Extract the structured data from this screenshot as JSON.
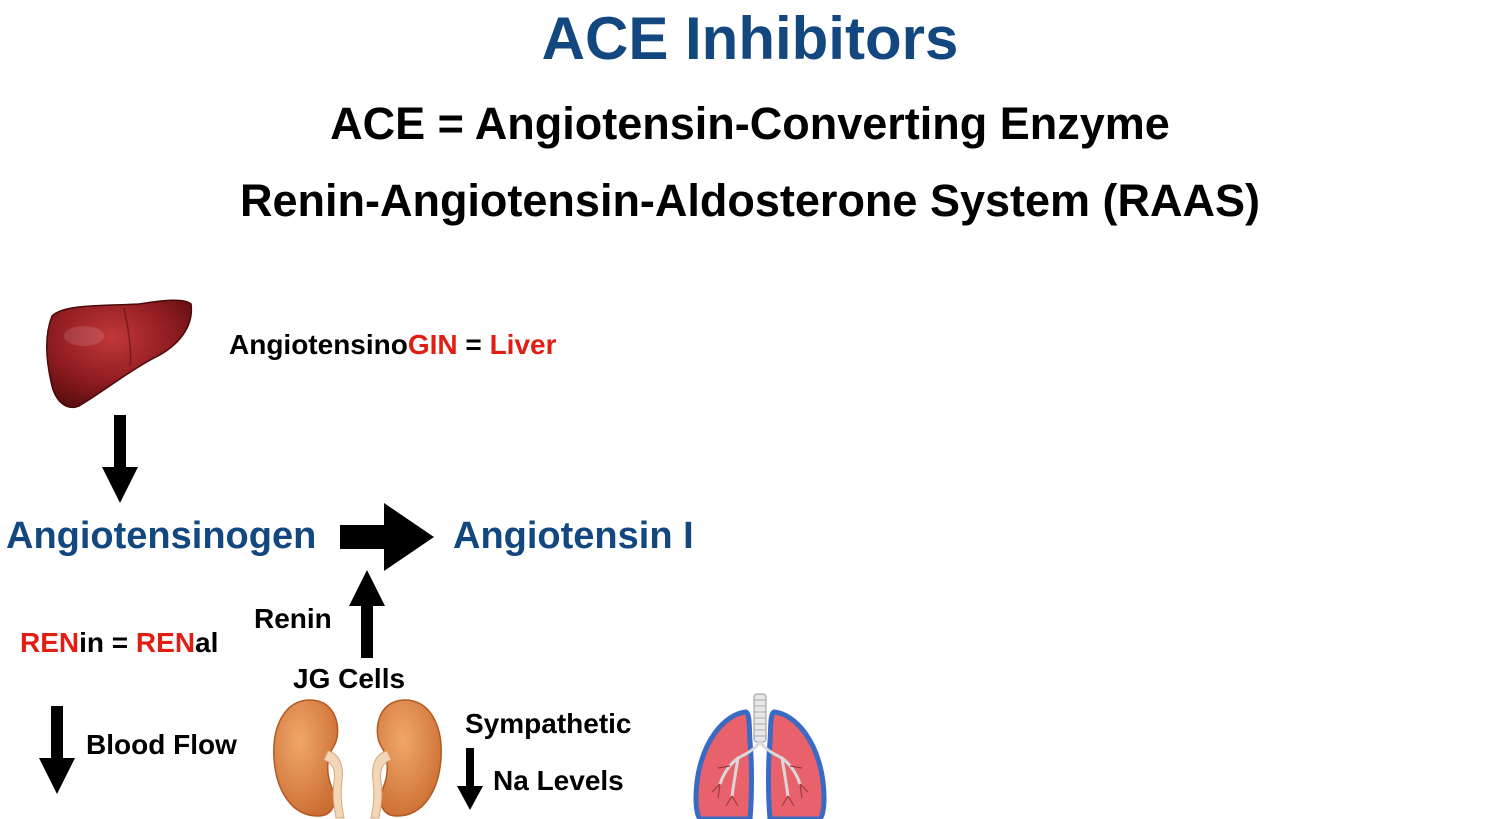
{
  "title": "ACE Inhibitors",
  "subtitle1": "ACE = Angiotensin-Converting Enzyme",
  "subtitle2": "Renin-Angiotensin-Aldosterone System (RAAS)",
  "liver_label": {
    "part1": "Angiotensino",
    "part2": "GIN",
    "part3": " = ",
    "part4": "Liver"
  },
  "angiotensinogen": "Angiotensinogen",
  "angiotensin1": "Angiotensin I",
  "renin": "Renin",
  "renin_mnemonic": {
    "part1": "REN",
    "part2": "in = ",
    "part3": "REN",
    "part4": "al"
  },
  "jg_cells": "JG Cells",
  "blood_flow": "Blood Flow",
  "sympathetic": "Sympathetic",
  "na_levels": "Na Levels",
  "colors": {
    "title_blue": "#12477f",
    "accent_red": "#e01e14",
    "liver": "#8e1c1f",
    "kidney": "#e0874a",
    "lung": "#e8616b"
  },
  "icons": [
    "liver-icon",
    "kidney-icon",
    "lungs-icon",
    "arrow-down-icon",
    "arrow-right-icon",
    "arrow-up-icon"
  ]
}
